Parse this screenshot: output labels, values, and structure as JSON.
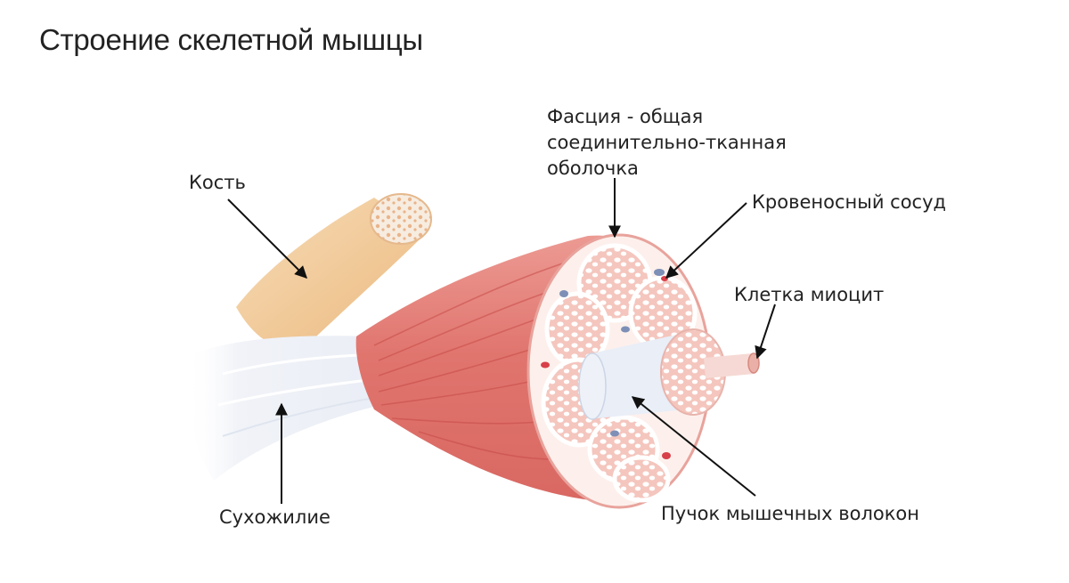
{
  "title": "Строение скелетной мышцы",
  "labels": {
    "bone": "Кость",
    "fascia_line1": "Фасция - общая",
    "fascia_line2": "соединительно-тканная",
    "fascia_line3": "оболочка",
    "blood_vessel": "Кровеносный сосуд",
    "myocyte": "Клетка миоцит",
    "tendon": "Сухожилие",
    "fiber_bundle": "Пучок мышечных волокон"
  },
  "colors": {
    "muscle": "#e0756e",
    "muscle_dark": "#c94e4a",
    "tendon": "#eef1f7",
    "bone": "#f2cfa3",
    "fiber_fill": "#fbe6e1",
    "fiber_cell": "#ffffff",
    "vessel_red": "#d8404a",
    "vessel_blue": "#7d8fb6"
  }
}
